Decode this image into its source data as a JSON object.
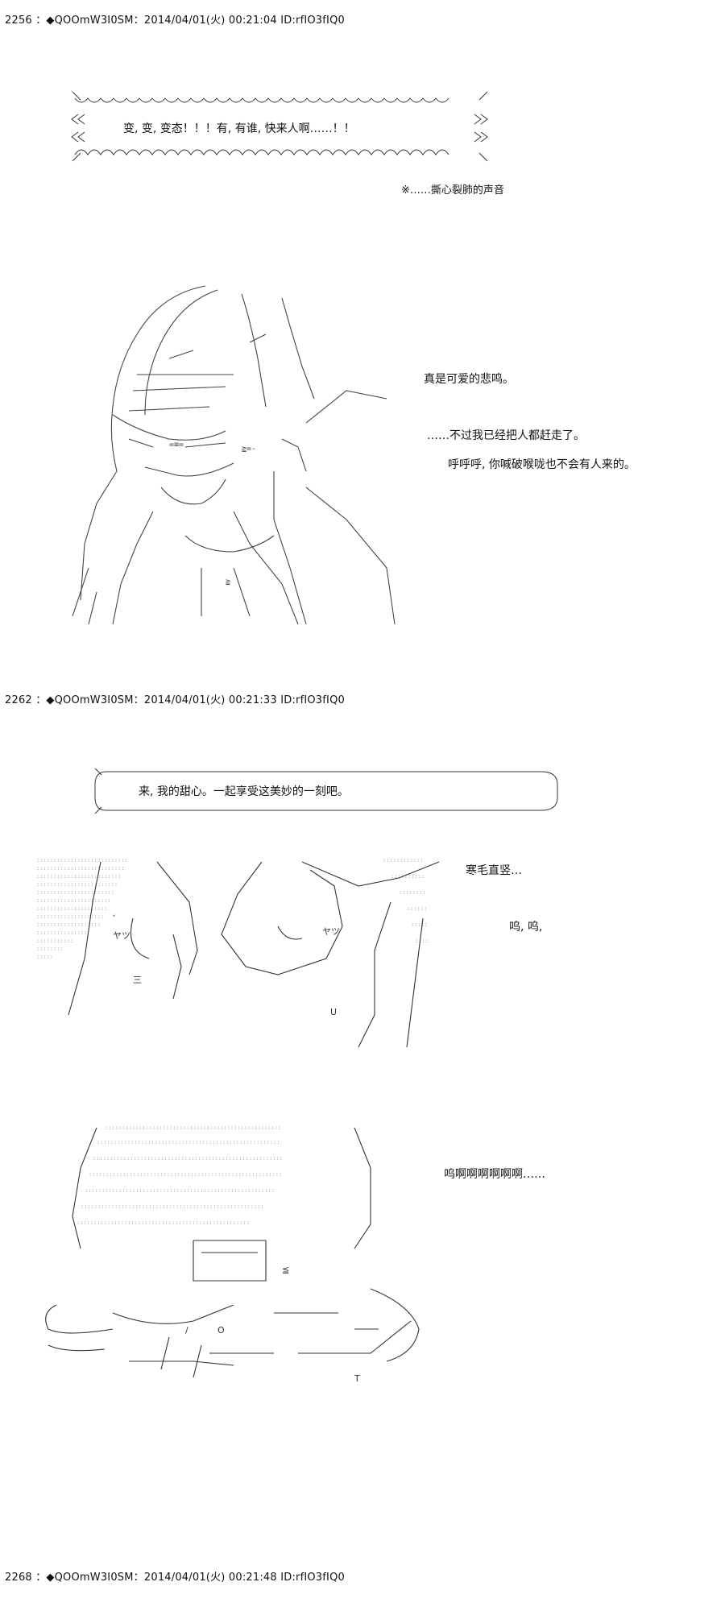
{
  "posts": [
    {
      "header": "2256 ：◆QOOmW3I0SM：2014/04/01(火) 00:21:04 ID:rfIO3fIQ0",
      "shout": "变, 变, 变态！！！有, 有谁, 快来人啊……！！",
      "note": "※……撕心裂肺的声音",
      "lines": [
        "真是可爱的悲鸣。",
        "……不过我已经把人都赶走了。",
        "呼呼呼, 你喊破喉咙也不会有人来的。"
      ]
    },
    {
      "header": "2262 ：◆QOOmW3I0SM：2014/04/01(火) 00:21:33 ID:rfIO3fIQ0",
      "bubble": "来, 我的甜心。一起享受这美妙的一刻吧。",
      "lines": [
        "寒毛直竖…",
        "呜, 呜,",
        "呜啊啊啊啊啊啊……"
      ]
    },
    {
      "header": "2268 ：◆QOOmW3I0SM：2014/04/01(火) 00:21:48 ID:rfIO3fIQ0"
    }
  ]
}
